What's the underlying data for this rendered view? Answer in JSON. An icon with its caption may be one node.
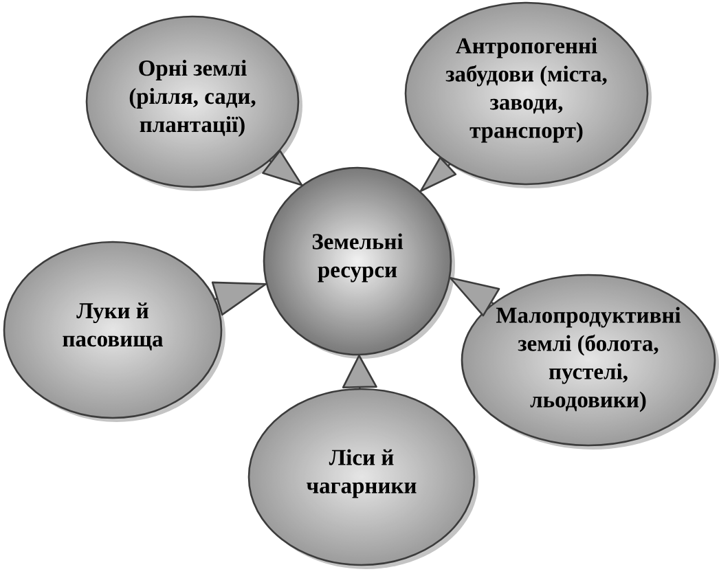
{
  "diagram": {
    "nodes": [
      {
        "text": [
          "Орні землі (рілля, сади, плантації)"
        ]
      },
      {
        "text": [
          "Антропогенні забудови (міста, заводи, транспорт)"
        ]
      },
      {
        "text": [
          "Земельні ресурси"
        ]
      },
      {
        "text": [
          "Луки й пасовища"
        ]
      },
      {
        "text": [
          "Малопродуктивні землі (болота, пустелі, льодовики)"
        ]
      },
      {
        "text": [
          "Ліси й чагарники"
        ]
      }
    ],
    "edges": [
      {
        "from": 0,
        "to": 2,
        "arrow": "to"
      },
      {
        "from": 1,
        "to": 2,
        "arrow": "to"
      },
      {
        "from": 3,
        "to": 2,
        "arrow": "to"
      },
      {
        "from": 4,
        "to": 2,
        "arrow": "to"
      },
      {
        "from": 5,
        "to": 2,
        "arrow": "to"
      }
    ]
  }
}
